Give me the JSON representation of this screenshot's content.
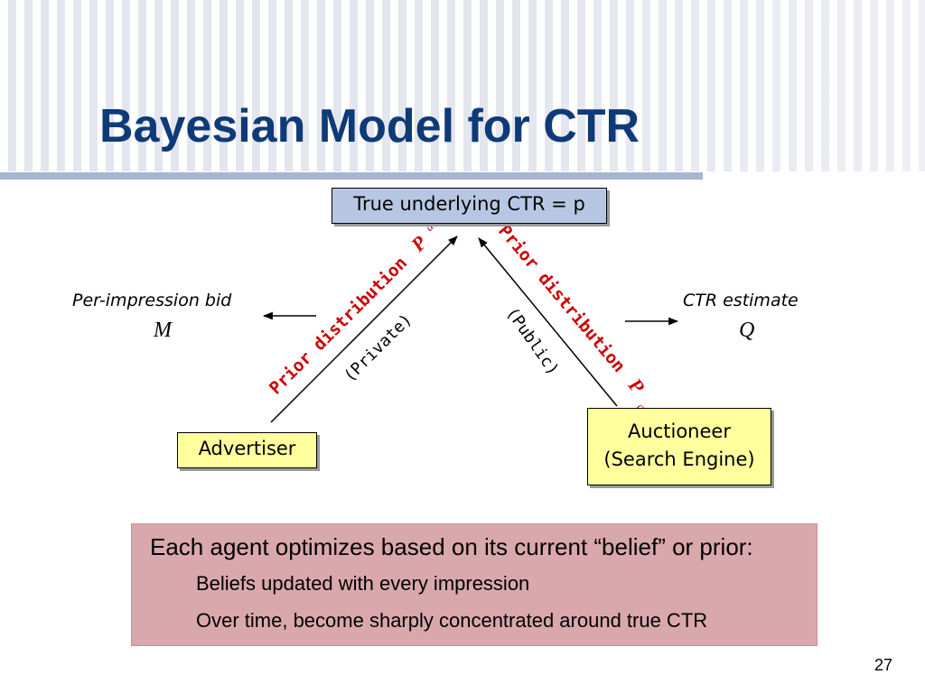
{
  "slide": {
    "title": "Bayesian Model for CTR",
    "page_number": "27"
  },
  "diagram": {
    "top_node": "True underlying CTR = p",
    "advertiser_node": "Advertiser",
    "auctioneer_node_line1": "Auctioneer",
    "auctioneer_node_line2": "(Search Engine)",
    "left_edge_label": "Prior distribution",
    "left_edge_symbol": "P",
    "left_edge_subscript": "adv",
    "left_edge_note": "(Private)",
    "right_edge_label": "Prior distribution",
    "right_edge_symbol": "P",
    "right_edge_subscript": "auc",
    "right_edge_note": "(Public)",
    "left_output_label": "Per-impression bid",
    "left_output_var": "M",
    "right_output_label": "CTR estimate",
    "right_output_var": "Q"
  },
  "callout": {
    "main": "Each agent optimizes based on its current “belief” or prior:",
    "bullets": [
      "Beliefs updated with every impression",
      "Over time, become sharply concentrated around true CTR"
    ]
  },
  "colors": {
    "title": "#0f3a78",
    "prior_label": "#cc0000",
    "top_node_fill": "#b7c7e3",
    "agent_node_fill": "#ffff9e",
    "callout_fill": "#d9a8ad"
  }
}
